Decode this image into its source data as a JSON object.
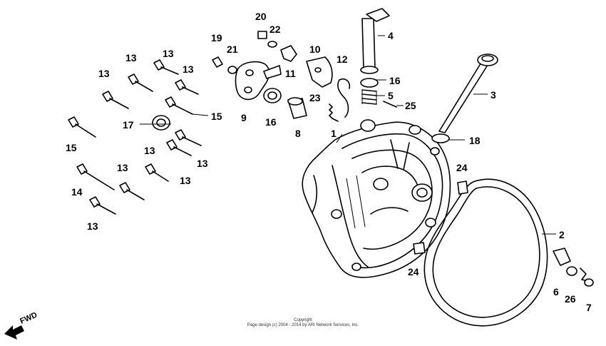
{
  "diagram": {
    "direction_label": "FWD",
    "copyright_line1": "Copyright",
    "copyright_line2": "Page design (c) 2004 - 2014 by ARI Network Services, Inc."
  },
  "callouts": [
    {
      "id": "c20",
      "text": "20"
    },
    {
      "id": "c22",
      "text": "22"
    },
    {
      "id": "c19",
      "text": "19"
    },
    {
      "id": "c21",
      "text": "21"
    },
    {
      "id": "c4",
      "text": "4"
    },
    {
      "id": "c10",
      "text": "10"
    },
    {
      "id": "c12",
      "text": "12"
    },
    {
      "id": "c11",
      "text": "11"
    },
    {
      "id": "c16a",
      "text": "16"
    },
    {
      "id": "c5",
      "text": "5"
    },
    {
      "id": "c25",
      "text": "25"
    },
    {
      "id": "c3",
      "text": "3"
    },
    {
      "id": "c13a",
      "text": "13"
    },
    {
      "id": "c13b",
      "text": "13"
    },
    {
      "id": "c13c",
      "text": "13"
    },
    {
      "id": "c13d",
      "text": "13"
    },
    {
      "id": "c9",
      "text": "9"
    },
    {
      "id": "c16b",
      "text": "16"
    },
    {
      "id": "c23",
      "text": "23"
    },
    {
      "id": "c8",
      "text": "8"
    },
    {
      "id": "c1",
      "text": "1"
    },
    {
      "id": "c15a",
      "text": "15"
    },
    {
      "id": "c17",
      "text": "17"
    },
    {
      "id": "c15b",
      "text": "15"
    },
    {
      "id": "c18",
      "text": "18"
    },
    {
      "id": "c13e",
      "text": "13"
    },
    {
      "id": "c13f",
      "text": "13"
    },
    {
      "id": "c13g",
      "text": "13"
    },
    {
      "id": "c24a",
      "text": "24"
    },
    {
      "id": "c13h",
      "text": "13"
    },
    {
      "id": "c14",
      "text": "14"
    },
    {
      "id": "c13i",
      "text": "13"
    },
    {
      "id": "c2",
      "text": "2"
    },
    {
      "id": "c24b",
      "text": "24"
    },
    {
      "id": "c6",
      "text": "6"
    },
    {
      "id": "c26",
      "text": "26"
    },
    {
      "id": "c7",
      "text": "7"
    }
  ]
}
